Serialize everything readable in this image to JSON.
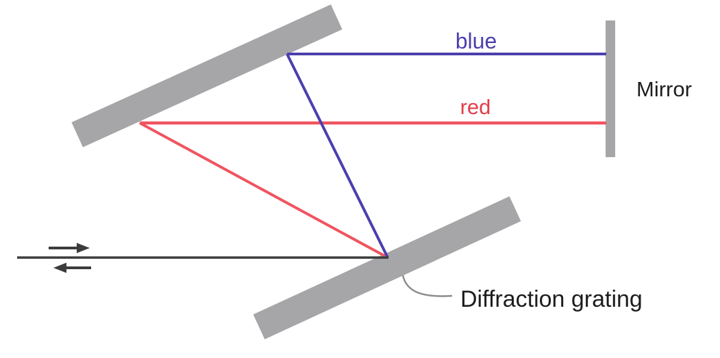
{
  "figure": {
    "labels": {
      "blue": "blue",
      "red": "red",
      "mirror": "Mirror",
      "diffraction_grating": "Diffraction grating"
    },
    "colors": {
      "blue": "#4b3fad",
      "red_line": "#f0545f",
      "red_text": "#e33d4b",
      "grating_gray": "#a6a6a8",
      "beam_black": "#3c3c3c",
      "label_dark": "#1d1d1d",
      "leader_gray": "#8c8c8c"
    }
  }
}
